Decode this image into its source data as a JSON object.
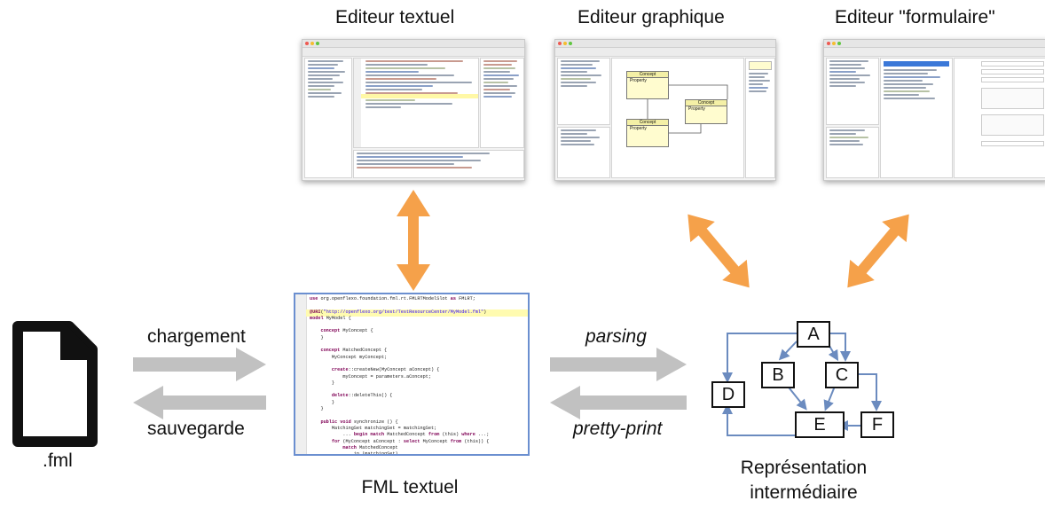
{
  "editors": {
    "textual": {
      "title": "Editeur textuel"
    },
    "graphical": {
      "title": "Editeur graphique"
    },
    "form": {
      "title": "Editeur \"formulaire\""
    }
  },
  "file": {
    "label": ".fml"
  },
  "flows": {
    "load": "chargement",
    "save": "sauvegarde",
    "parse": "parsing",
    "print": "pretty-print"
  },
  "fml_text": {
    "caption": "FML textuel"
  },
  "intermediate": {
    "caption_line1": "Représentation",
    "caption_line2": "intermédiaire",
    "nodes": [
      "A",
      "B",
      "C",
      "D",
      "E",
      "F"
    ]
  },
  "diagram_editor": {
    "concept_label": "Concept",
    "property_label": "Property"
  },
  "colors": {
    "orange_arrow": "#f5a14a",
    "gray_arrow": "#c1c1c1",
    "graph_edge": "#6b8bbf",
    "code_border": "#6b8fd0"
  }
}
